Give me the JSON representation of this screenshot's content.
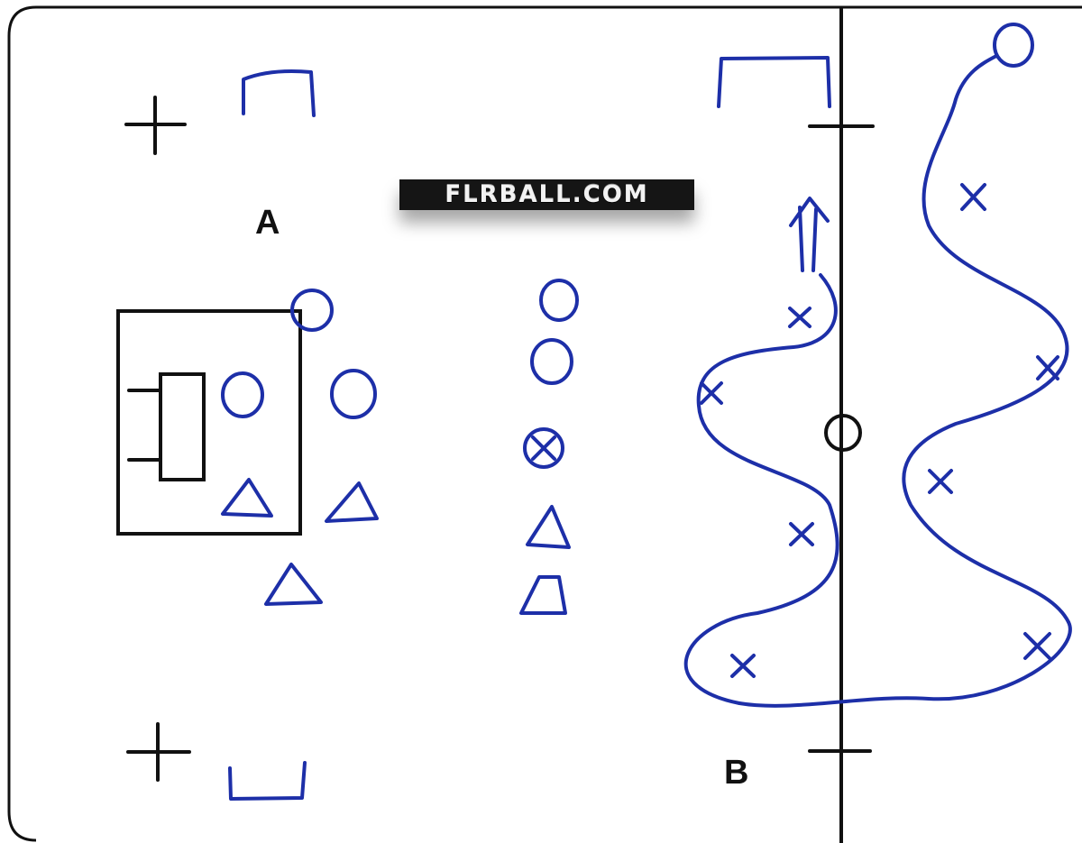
{
  "labels": {
    "zone_a": "A",
    "zone_b": "B"
  },
  "watermark": {
    "text": "FLRBALL.COM"
  },
  "colors": {
    "ink_blue": "#1d2fa8",
    "ink_black": "#111111",
    "board": "#ffffff"
  },
  "symbols": {
    "circle": "player-team-1",
    "triangle": "player-team-2",
    "cross_mark": "cone-marker",
    "circle_with_x": "ball-carrier",
    "goal": "goal",
    "plus": "corner-mark"
  }
}
